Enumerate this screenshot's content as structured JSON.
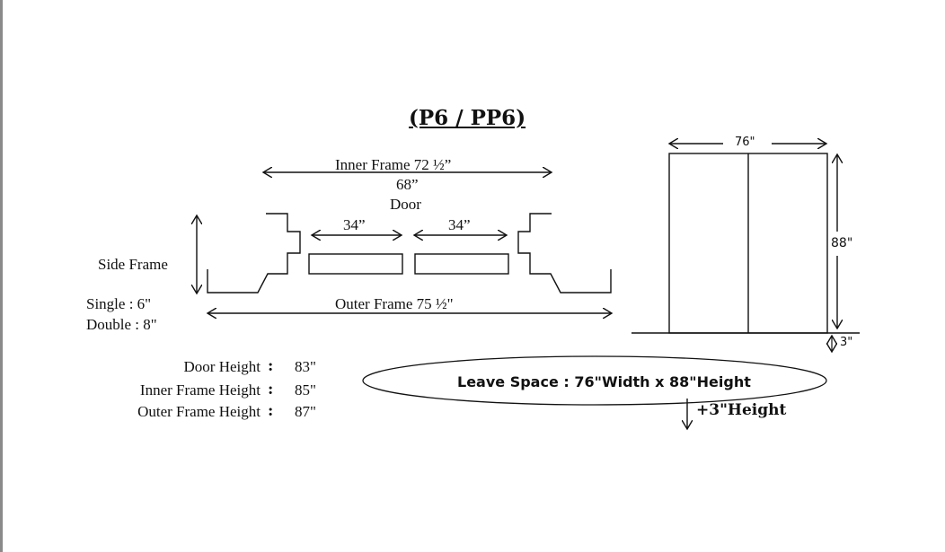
{
  "title": "(P6 / PP6)",
  "plan": {
    "inner_frame": "Inner Frame 72 ½”",
    "door_width": "68”",
    "door_label": "Door",
    "panel_left": "34”",
    "panel_right": "34”",
    "side_frame": "Side Frame",
    "single": "Single : 6\"",
    "double": "Double : 8\"",
    "outer_frame": "Outer Frame 75 ½\""
  },
  "elevation": {
    "width": "76\"",
    "height": "88\"",
    "gap": "3\""
  },
  "heights": [
    {
      "label": "Door Height",
      "colon": ":",
      "value": "83\""
    },
    {
      "label": "Inner Frame Height",
      "colon": ":",
      "value": "85\""
    },
    {
      "label": "Outer Frame Height",
      "colon": ":",
      "value": "87\""
    }
  ],
  "leave_space": "Leave Space : 76\"Width x 88\"Height",
  "extra_height": "+3\"Height"
}
